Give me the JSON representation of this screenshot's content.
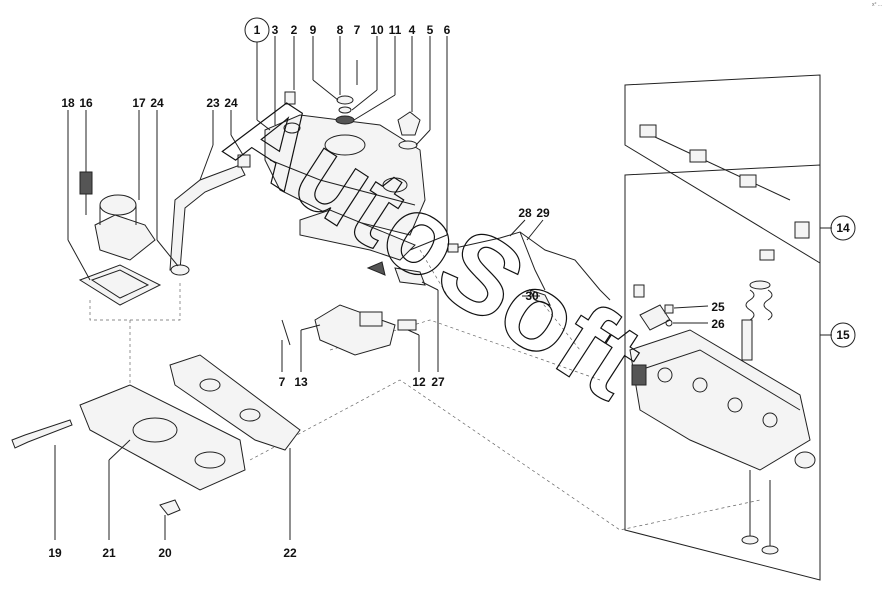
{
  "corner_mark": "x° ...",
  "watermark": "AutoSoft",
  "callouts": {
    "top": [
      "1",
      "3",
      "2",
      "9",
      "8",
      "7",
      "10",
      "11",
      "4",
      "5",
      "6"
    ],
    "left": [
      "18",
      "16",
      "17",
      "24",
      "23",
      "24"
    ],
    "middle": [
      "28",
      "29",
      "30",
      "25",
      "26"
    ],
    "assemblies": [
      "14",
      "15"
    ],
    "lower_mid": [
      "7",
      "13",
      "12",
      "27"
    ],
    "bottom": [
      "19",
      "21",
      "20",
      "22"
    ]
  }
}
